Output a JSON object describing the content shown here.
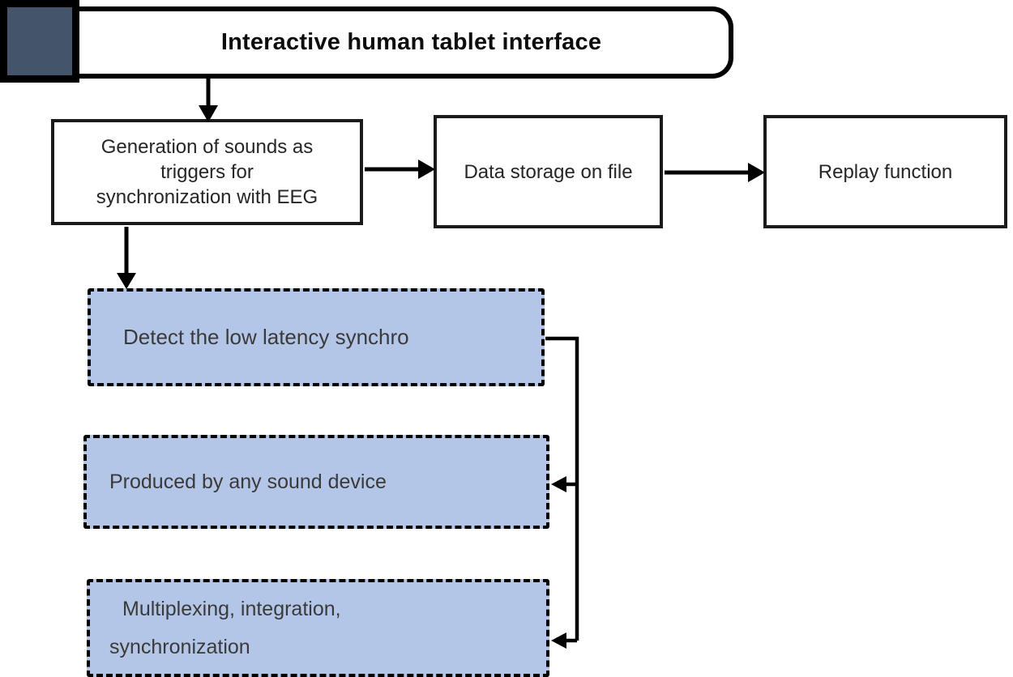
{
  "diagram": {
    "background": "#ffffff",
    "colors": {
      "box_border": "#000000",
      "dashed_box_fill": "#b4c6e7",
      "corner_square_fill": "#44546a",
      "arrow": "#000000",
      "flow_text": "#262626",
      "dashed_text": "#3a3a3a"
    },
    "title_bar": {
      "label": "Interactive human tablet interface"
    },
    "flow_nodes": {
      "generation": {
        "label": "Generation of sounds as\ntriggers for\nsynchronization with EEG"
      },
      "data_storage": {
        "label": "Data storage on file"
      },
      "replay": {
        "label": "Replay function"
      }
    },
    "dashed_nodes": {
      "detect": {
        "label": "Detect the low latency synchro"
      },
      "produced": {
        "label": "Produced by any sound device"
      },
      "multiplexing": {
        "label": "Multiplexing, integration,\nsynchronization"
      }
    },
    "connections": [
      "title_bar -> generation",
      "generation -> data_storage",
      "data_storage -> replay",
      "generation -> detect",
      "detect -> produced",
      "detect -> multiplexing"
    ]
  }
}
